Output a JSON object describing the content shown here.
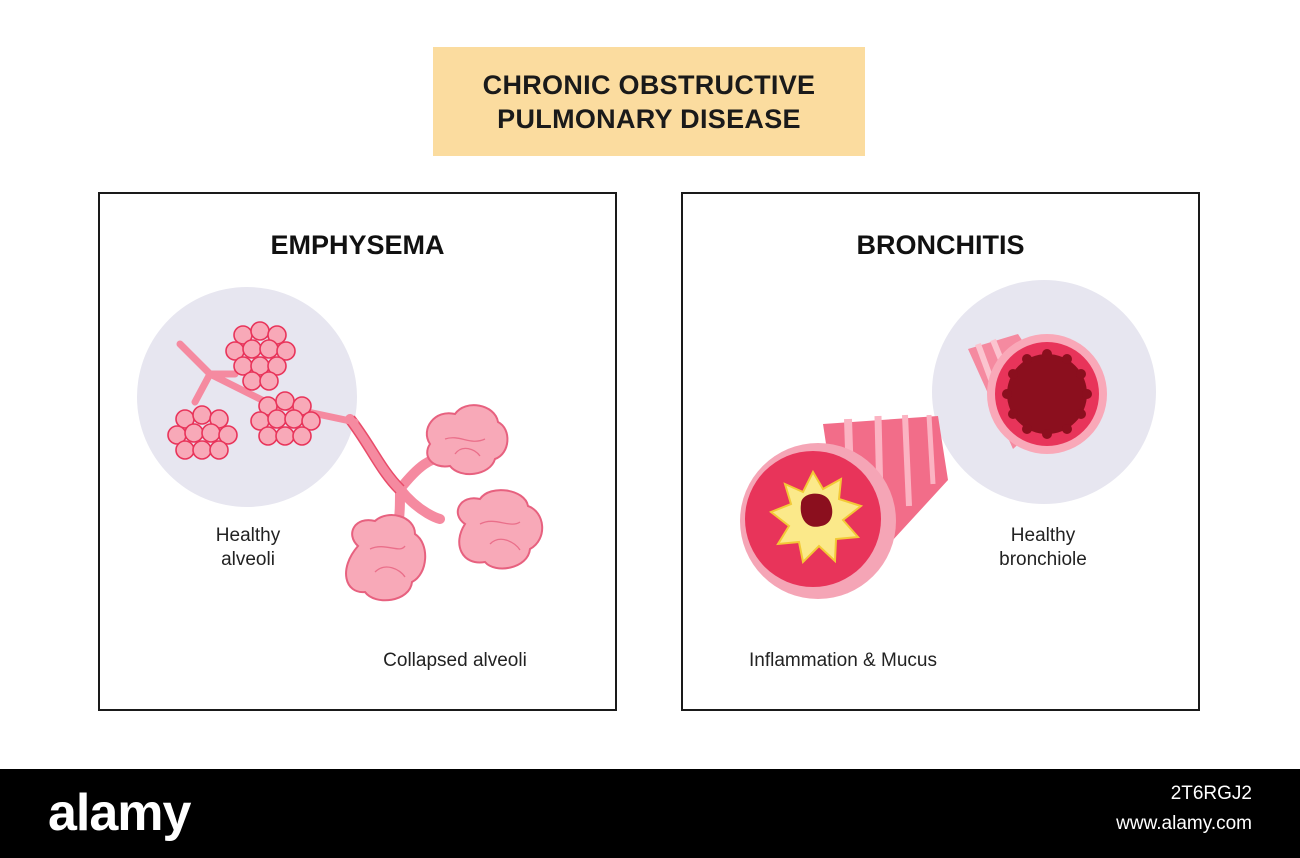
{
  "title": {
    "line1": "CHRONIC OBSTRUCTIVE",
    "line2": "PULMONARY DISEASE"
  },
  "emphysema": {
    "title": "EMPHYSEMA",
    "healthy_label_line1": "Healthy",
    "healthy_label_line2": "alveoli",
    "collapsed_label": "Collapsed alveoli"
  },
  "bronchitis": {
    "title": "BRONCHITIS",
    "healthy_label_line1": "Healthy",
    "healthy_label_line2": "bronchiole",
    "inflamed_label": "Inflammation &  Mucus"
  },
  "footer": {
    "brand": "alamy",
    "image_id": "2T6RGJ2",
    "site": "www.alamy.com"
  },
  "colors": {
    "title_bg": "#fbdc9f",
    "alveoli_pink": "#f8a9b8",
    "airway_red": "#e8345a",
    "mucus_yellow": "#fbe98a",
    "lumen_dark": "#8b0f1e",
    "zoom_circle": "#e7e6f0"
  }
}
